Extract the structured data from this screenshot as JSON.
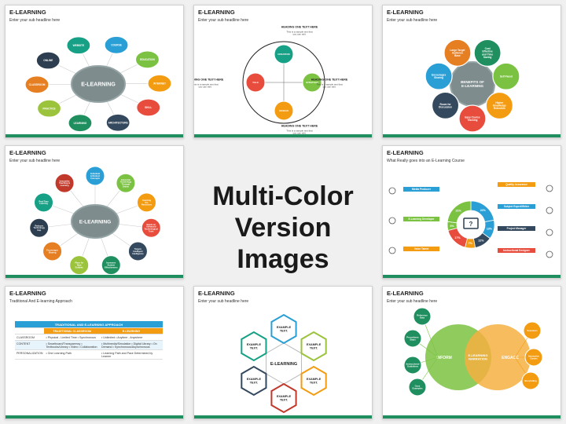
{
  "center_title_line1": "Multi-Color",
  "center_title_line2": "Version Images",
  "slides": [
    {
      "title": "E-LEARNING",
      "subtitle": "Enter your sub headline here",
      "center": "E-LEARNING",
      "bubbles": [
        "COURSE",
        "EDUCATION",
        "INTERNET",
        "SKILL",
        "ARCHITECTURE",
        "LEARNING",
        "PRACTICE",
        "CLASSROOM",
        "ONLINE",
        "WEBSITE"
      ]
    },
    {
      "title": "E-LEARNING",
      "subtitle": "Enter your sub headline here",
      "heading": "HEADING ONE TEXT HERE",
      "body": "This is a sample text that you can edit.",
      "nodes": [
        "CREATION",
        "STRATEGY",
        "DESIGN",
        "TALK"
      ]
    },
    {
      "title": "E-LEARNING",
      "subtitle": "Enter your sub headline here",
      "center": "BENEFITS OF E-LEARNING",
      "bubbles": [
        "Cost Effective and Time Saving",
        "Self Paced",
        "Higher Knowledge Retention",
        "Easy Course Tracking",
        "Room for Discussion",
        "Encourages Sharing",
        "Large Target Audience Base"
      ]
    },
    {
      "title": "E-LEARNING",
      "subtitle": "Enter your sub headline here",
      "center": "E-LEARNING",
      "bubbles": [
        "Individual & Distinct Concepts",
        "Industrial Technology Through Online",
        "Teaching the Resources",
        "Needs an Advanced Technological Tools",
        "Targets Intelligent Intelligence",
        "Increases Student Effectiveness",
        "Place for New Exhibits",
        "Encourages Sharing",
        "Reduces Technology Gap",
        "Real-Time Learning",
        "Innovative Teaching & Learning"
      ]
    },
    {
      "title": "E-LEARNING",
      "subtitle": "What Really goes into an E-Learning Course",
      "left_boxes": [
        "Media Producer",
        "E-Learning Developer",
        "Voice Talent"
      ],
      "right_boxes": [
        "Quality Assurance",
        "Subject Expert/Writer",
        "Project Manager",
        "Instructional Designer"
      ],
      "percents": [
        "22%",
        "13%",
        "12%",
        "7%",
        "17%",
        "6%",
        "21%"
      ],
      "colors": {
        "blue": "#2a9fd6",
        "green": "#7cc242",
        "orange": "#f39c12",
        "red": "#e74c3c",
        "navy": "#34495e"
      }
    },
    {
      "title": "E-LEARNING",
      "subtitle": "Traditional And E-learning Approach",
      "table_title": "TRADITIONAL AND E-LEARNING APPROACH",
      "col1": "TRADITIONAL CLASSROOM",
      "col2": "E-LEARNING",
      "rows": [
        {
          "k": "CLASSROOM",
          "a": "• Physical - Limited Time • Synchronous",
          "b": "• Unlimited • Anytime - Anywhere"
        },
        {
          "k": "CONTENT",
          "a": "• Smartboard/Transparency • Textbooks/Library • Video • Collaboration",
          "b": "• Multimedia/Simulation • Digital Library • On Demand • Synchronous/Asynchronous"
        },
        {
          "k": "PERSONALIZATION",
          "a": "• One Learning Path",
          "b": "• Learning Path and Pace Determined by Learner"
        }
      ]
    },
    {
      "title": "E-LEARNING",
      "subtitle": "Enter your sub headline here",
      "center": "E-LEARNING",
      "hex_label": "EXAMPLE TEXT."
    },
    {
      "title": "E-LEARNING",
      "subtitle": "Enter your sub headline here",
      "left": "INFORM",
      "right": "ENGAGE",
      "middle": "E-LEARNING NARRATION",
      "left_items": [
        "Reference Data",
        "Procedures Steps",
        "Instructional Guidelines",
        "Case Examples"
      ],
      "right_items": [
        "Scenarios",
        "Interactive Games",
        "Storytelling"
      ]
    }
  ]
}
